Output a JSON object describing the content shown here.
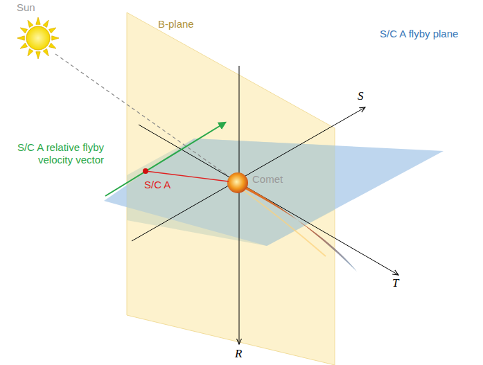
{
  "diagram": {
    "labels": [
      "Sun",
      "B-plane",
      "S",
      "S/C A flyby plane",
      "S/C A relative flyby velocity vector",
      "S/C A",
      "Comet",
      "T",
      "R"
    ]
  }
}
